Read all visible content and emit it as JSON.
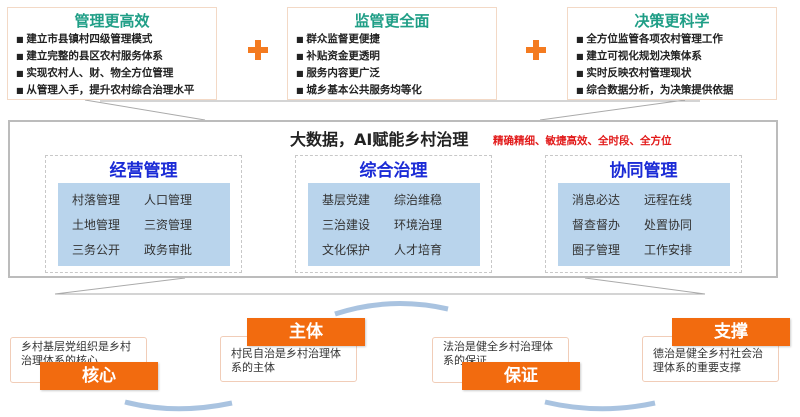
{
  "top_boxes": [
    {
      "title": "管理更高效",
      "items": [
        "建立市县镇村四级管理模式",
        "建立完整的县区农村服务体系",
        "实现农村人、财、物全方位管理",
        "从管理入手，提升农村综合治理水平"
      ]
    },
    {
      "title": "监管更全面",
      "items": [
        "群众监督更便捷",
        "补贴资金更透明",
        "服务内容更广泛",
        "城乡基本公共服务均等化"
      ]
    },
    {
      "title": "决策更科学",
      "items": [
        "全方位监管各项农村管理工作",
        "建立可视化规划决策体系",
        "实时反映农村管理现状",
        "综合数据分析，为决策提供依据"
      ]
    }
  ],
  "center": {
    "title": "大数据，AI赋能乡村治理",
    "slogan": "精确精细、敏捷高效、全时段、全方位",
    "modules": [
      {
        "title": "经营管理",
        "items": [
          "村落管理",
          "人口管理",
          "土地管理",
          "三资管理",
          "三务公开",
          "政务审批"
        ]
      },
      {
        "title": "综合治理",
        "items": [
          "基层党建",
          "综治维稳",
          "三治建设",
          "环境治理",
          "文化保护",
          "人才培育"
        ]
      },
      {
        "title": "协同管理",
        "items": [
          "消息必达",
          "远程在线",
          "督查督办",
          "处置协同",
          "圈子管理",
          "工作安排"
        ]
      }
    ]
  },
  "pillars": [
    {
      "tag": "核心",
      "text": "乡村基层党组织是乡村治理体系的核心"
    },
    {
      "tag": "主体",
      "text": "村民自治是乡村治理体系的主体"
    },
    {
      "tag": "保证",
      "text": "法治是健全乡村治理体系的保证"
    },
    {
      "tag": "支撑",
      "text": "德治是健全乡村社会治理体系的重要支撑"
    }
  ],
  "colors": {
    "accent": "#f26b0f",
    "teal": "#1f9e86",
    "blue": "#1b2bd6",
    "red": "#e21b1b",
    "panel": "#b9d4ec"
  }
}
